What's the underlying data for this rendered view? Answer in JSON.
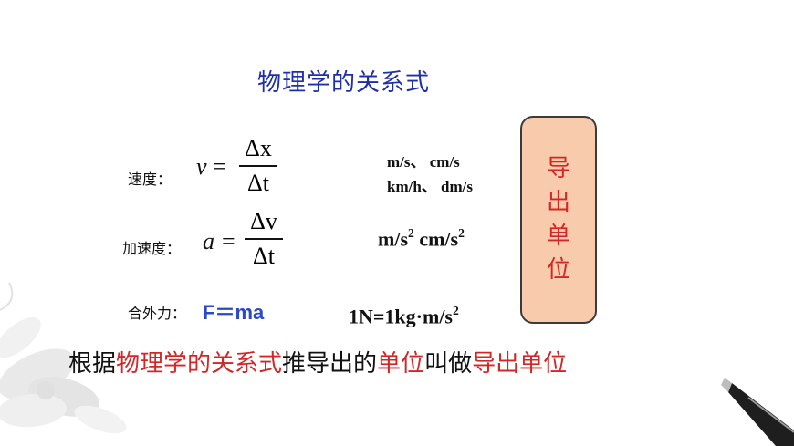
{
  "title": "物理学的关系式",
  "velocity": {
    "label": "速度：",
    "lhs": "v",
    "equals": "=",
    "numerator": "Δx",
    "denominator": "Δt",
    "units_line1": "m/s、 cm/s",
    "units_line2": "km/h、 dm/s"
  },
  "acceleration": {
    "label": "加速度：",
    "lhs": "a",
    "equals": "=",
    "numerator": "Δv",
    "denominator": "Δt",
    "unit1_base": "m/s",
    "unit1_exp": "2",
    "unit2_base": "cm/s",
    "unit2_exp": "2"
  },
  "force": {
    "label": "合外力：",
    "formula": "F＝ma",
    "unit_base": "1N=1kg·m/s",
    "unit_exp": "2"
  },
  "derived_box": {
    "chars": [
      "导",
      "出",
      "单",
      "位"
    ],
    "fill_color": "#f8cbad",
    "text_color": "#d32727"
  },
  "summary": {
    "p1": "根据",
    "p2": "物理学的关系式",
    "p3": "推导出的",
    "p4": "单位",
    "p5": "叫做",
    "p6": "导出单位"
  }
}
